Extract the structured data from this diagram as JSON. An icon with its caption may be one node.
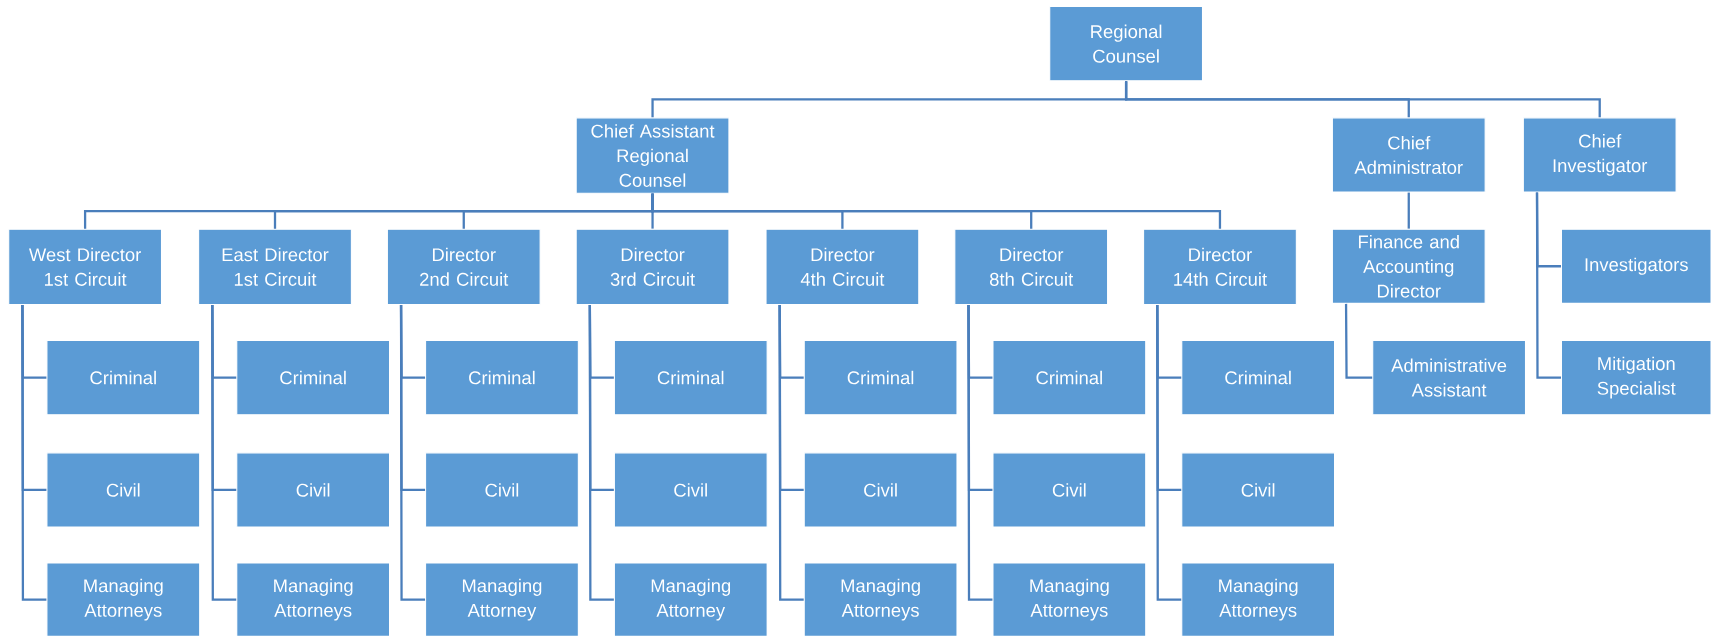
{
  "diagram": {
    "nodes": [
      {
        "text": [
          "Regional Counsel"
        ]
      },
      {
        "text": [
          "Chief Assistant Regional Counsel"
        ]
      },
      {
        "text": [
          "Chief Administrator"
        ]
      },
      {
        "text": [
          "Chief Investigator"
        ]
      },
      {
        "text": [
          "West Director 1st Circuit"
        ]
      },
      {
        "text": [
          "East Director 1st Circuit"
        ]
      },
      {
        "text": [
          "Director 2nd Circuit"
        ]
      },
      {
        "text": [
          "Director 3rd Circuit"
        ]
      },
      {
        "text": [
          "Director 4th Circuit"
        ]
      },
      {
        "text": [
          "Director 8th Circuit"
        ]
      },
      {
        "text": [
          "Director 14th Circuit"
        ]
      },
      {
        "text": [
          "Finance and Accounting Director"
        ]
      },
      {
        "text": [
          "Investigators"
        ]
      },
      {
        "text": [
          "Criminal"
        ]
      },
      {
        "text": [
          "Criminal"
        ]
      },
      {
        "text": [
          "Criminal"
        ]
      },
      {
        "text": [
          "Criminal"
        ]
      },
      {
        "text": [
          "Criminal"
        ]
      },
      {
        "text": [
          "Criminal"
        ]
      },
      {
        "text": [
          "Criminal"
        ]
      },
      {
        "text": [
          "Administrative Assistant"
        ]
      },
      {
        "text": [
          "Mitigation Specialist"
        ]
      },
      {
        "text": [
          "Civil"
        ]
      },
      {
        "text": [
          "Civil"
        ]
      },
      {
        "text": [
          "Civil"
        ]
      },
      {
        "text": [
          "Civil"
        ]
      },
      {
        "text": [
          "Civil"
        ]
      },
      {
        "text": [
          "Civil"
        ]
      },
      {
        "text": [
          "Civil"
        ]
      },
      {
        "text": [
          "Managing Attorneys"
        ]
      },
      {
        "text": [
          "Managing Attorneys"
        ]
      },
      {
        "text": [
          "Managing Attorney"
        ]
      },
      {
        "text": [
          "Managing Attorney"
        ]
      },
      {
        "text": [
          "Managing Attorneys"
        ]
      },
      {
        "text": [
          "Managing Attorneys"
        ]
      },
      {
        "text": [
          "Managing Attorneys"
        ]
      }
    ],
    "edges": [
      {
        "from": 0,
        "to": 1,
        "arrow": "none"
      },
      {
        "from": 0,
        "to": 2,
        "arrow": "none"
      },
      {
        "from": 0,
        "to": 3,
        "arrow": "none"
      },
      {
        "from": 1,
        "to": 4,
        "arrow": "none"
      },
      {
        "from": 1,
        "to": 5,
        "arrow": "none"
      },
      {
        "from": 1,
        "to": 6,
        "arrow": "none"
      },
      {
        "from": 1,
        "to": 7,
        "arrow": "none"
      },
      {
        "from": 1,
        "to": 8,
        "arrow": "none"
      },
      {
        "from": 1,
        "to": 9,
        "arrow": "none"
      },
      {
        "from": 1,
        "to": 10,
        "arrow": "none"
      },
      {
        "from": 2,
        "to": 11,
        "arrow": "none"
      },
      {
        "from": 3,
        "to": 12,
        "arrow": "none"
      },
      {
        "from": 3,
        "to": 21,
        "arrow": "none"
      },
      {
        "from": 11,
        "to": 20,
        "arrow": "none"
      },
      {
        "from": 4,
        "to": 13,
        "arrow": "none"
      },
      {
        "from": 4,
        "to": 22,
        "arrow": "none"
      },
      {
        "from": 4,
        "to": 29,
        "arrow": "none"
      },
      {
        "from": 5,
        "to": 14,
        "arrow": "none"
      },
      {
        "from": 5,
        "to": 23,
        "arrow": "none"
      },
      {
        "from": 5,
        "to": 30,
        "arrow": "none"
      },
      {
        "from": 6,
        "to": 15,
        "arrow": "none"
      },
      {
        "from": 6,
        "to": 24,
        "arrow": "none"
      },
      {
        "from": 6,
        "to": 31,
        "arrow": "none"
      },
      {
        "from": 7,
        "to": 16,
        "arrow": "none"
      },
      {
        "from": 7,
        "to": 25,
        "arrow": "none"
      },
      {
        "from": 7,
        "to": 32,
        "arrow": "none"
      },
      {
        "from": 8,
        "to": 17,
        "arrow": "none"
      },
      {
        "from": 8,
        "to": 26,
        "arrow": "none"
      },
      {
        "from": 8,
        "to": 33,
        "arrow": "none"
      },
      {
        "from": 9,
        "to": 18,
        "arrow": "none"
      },
      {
        "from": 9,
        "to": 27,
        "arrow": "none"
      },
      {
        "from": 9,
        "to": 34,
        "arrow": "none"
      },
      {
        "from": 10,
        "to": 19,
        "arrow": "none"
      },
      {
        "from": 10,
        "to": 28,
        "arrow": "none"
      },
      {
        "from": 10,
        "to": 35,
        "arrow": "none"
      }
    ]
  }
}
